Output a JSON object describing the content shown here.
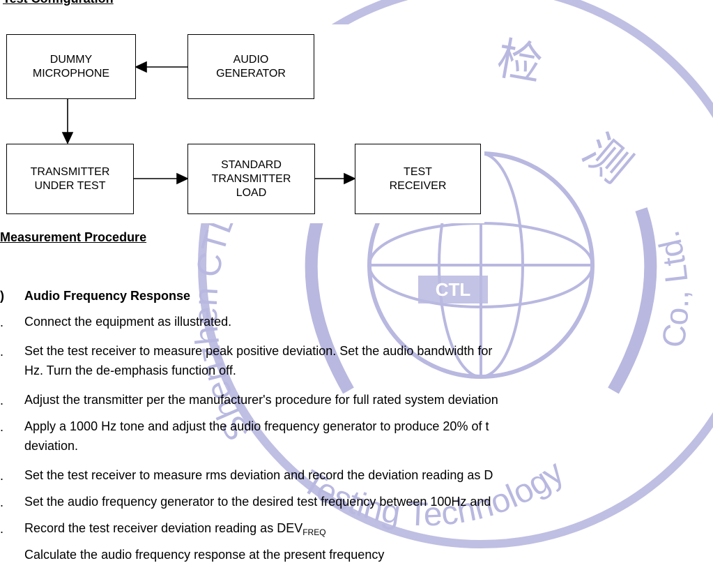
{
  "top_heading_partial": "Test Configuration",
  "diagram": {
    "boxes": {
      "dummy_microphone": "DUMMY\nMICROPHONE",
      "audio_generator": "AUDIO\nGENERATOR",
      "transmitter_under_test": "TRANSMITTER\nUNDER TEST",
      "standard_transmitter_load": "STANDARD\nTRANSMITTER\nLOAD",
      "test_receiver": "TEST\nRECEIVER"
    }
  },
  "watermark": {
    "ring_text_left": "Shenzhen CTL",
    "ring_text_bottom": "Testing Technology",
    "ring_text_right": "Co., Ltd.",
    "chars": [
      "检",
      "测"
    ],
    "globe_label": "CTL"
  },
  "section": {
    "title": "Measurement Procedure",
    "sub_marker": ")",
    "sub_title": "Audio Frequency Response",
    "step_marker": ".",
    "steps": [
      {
        "text": "Connect the equipment as illustrated."
      },
      {
        "text": "Set the test receiver to measure peak positive deviation. Set the audio bandwidth for"
      },
      {
        "text": "Hz. Turn the de-emphasis function off.",
        "continuation": true
      },
      {
        "text": "Adjust the transmitter per the manufacturer's procedure for full rated system deviation"
      },
      {
        "text": "Apply a 1000 Hz tone and adjust the audio frequency generator to produce 20% of t"
      },
      {
        "text": "deviation.",
        "continuation": true
      },
      {
        "text": "Set the test receiver to measure rms deviation and record the deviation reading as D"
      },
      {
        "text": "Set the audio frequency generator to the desired test frequency between 100Hz and"
      },
      {
        "text_prefix": "Record the test receiver deviation reading as DEV",
        "text_sub": "FREQ"
      },
      {
        "text": "Calculate the audio frequency response at the present frequency"
      }
    ]
  },
  "colors": {
    "watermark": "#b8b8e0",
    "watermark_dark": "#a9a9d8",
    "text": "#000000"
  }
}
